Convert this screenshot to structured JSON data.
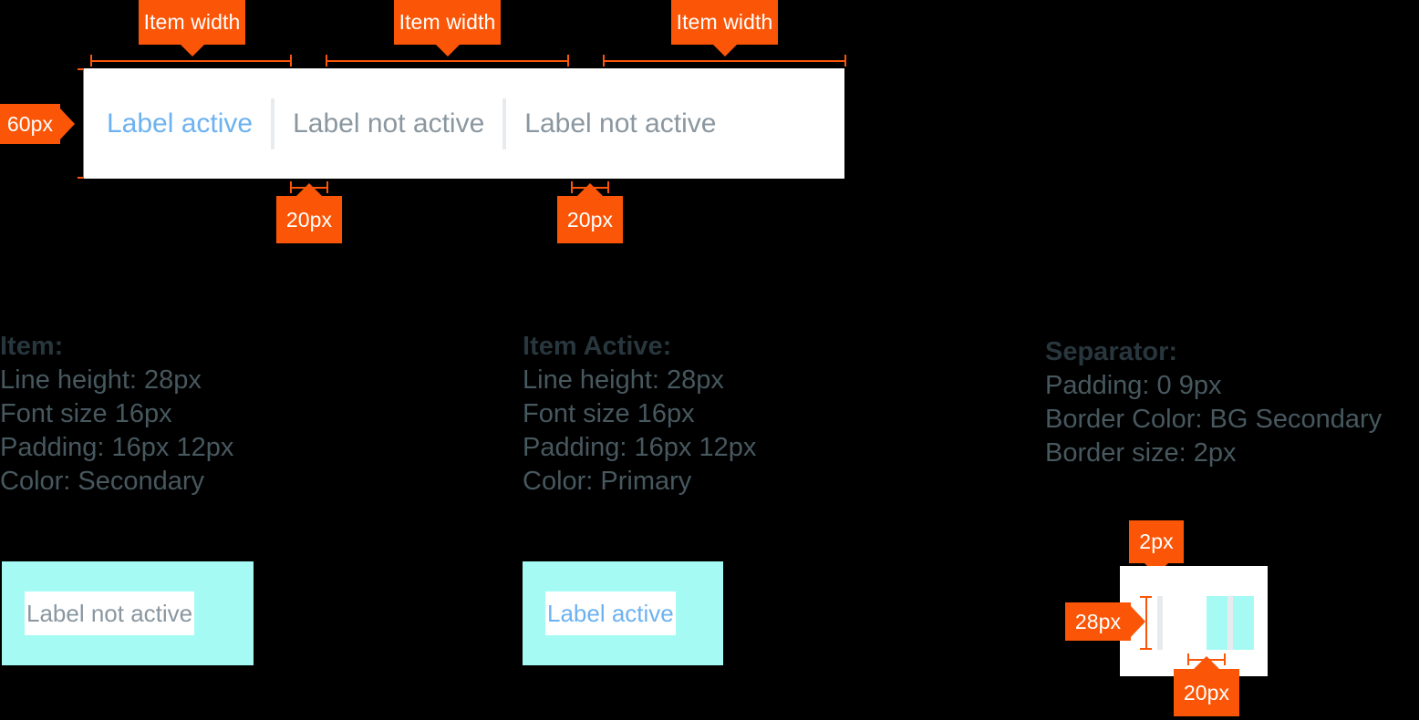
{
  "annotations": {
    "item_width_1": "Item width",
    "item_width_2": "Item width",
    "item_width_3": "Item width",
    "height_60": "60px",
    "gap_20_a": "20px",
    "gap_20_b": "20px",
    "border_2": "2px",
    "height_28": "28px",
    "width_20": "20px"
  },
  "tabbar": {
    "tabs": [
      {
        "label": "Label active",
        "state": "active"
      },
      {
        "label": "Label not active",
        "state": "inactive"
      },
      {
        "label": "Label not active",
        "state": "inactive"
      }
    ]
  },
  "specs": {
    "item": {
      "title": "Item:",
      "lines": [
        "Line height: 28px",
        "Font size 16px",
        "Padding: 16px 12px",
        "Color: Secondary"
      ]
    },
    "item_active": {
      "title": "Item Active:",
      "lines": [
        "Line height: 28px",
        "Font size 16px",
        "Padding: 16px 12px",
        "Color: Primary"
      ]
    },
    "separator": {
      "title": "Separator:",
      "lines": [
        "Padding: 0 9px",
        "Border Color: BG Secondary",
        "Border size: 2px"
      ]
    }
  },
  "swatches": {
    "inactive_label": "Label not active",
    "active_label": "Label active"
  },
  "colors": {
    "accent_orange": "#FB5607",
    "active_blue": "#6CB2F0",
    "secondary_gray": "#8A97A0",
    "bg_secondary": "#E7EBEE",
    "highlight_cyan": "#A6FAF4",
    "surface_white": "#FFFFFF",
    "canvas_black": "#000000",
    "text_dark": "#28363D"
  }
}
